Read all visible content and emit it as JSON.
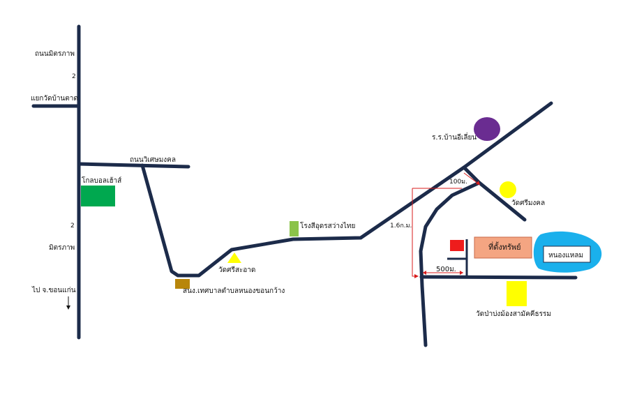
{
  "header": {
    "title": ""
  },
  "labels": {
    "road_mittraphap_top": "ถนนมิตรภาพ",
    "road_mittraphap_bottom": "มิตรภาพ",
    "highway_number_top": "2",
    "highway_number_bottom": "2",
    "junction_wat_ban_tad": "แยกวัดบ้านตาด",
    "road_wiset_mongkhon": "ถนนวิเศษมงคล",
    "golf_bol": "โกลบอลเฮ้าส์",
    "to_khon_kaen": "ไป จ.ขอนแก่น",
    "wat_si_sa_at": "วัดศรีสะอาด",
    "municipal_office": "สนง.เทศบาลตำบลหนองขอนกว้าง",
    "school_udon": "โรงสีอุดรสว่างไทย",
    "school_ban_i_lian": "ร.ร.บ้านอีเลี่ยน",
    "wat_si_mongkhon": "วัดศรีมงคล",
    "distance_100m": "100ม.",
    "distance_1_6km": "1.6ก.ม.",
    "distance_500m": "500ม.",
    "property_location": "ที่ตั้งทรัพย์",
    "nong_laem": "หนองแหลม",
    "wat_pa": "วัดป่าบ่งม้องสามัคคีธรรม"
  },
  "colors": {
    "road": "#1c2b4a",
    "golf_bol": "#00a84f",
    "municipal_office": "#b8860b",
    "wat_marker": "#ffff00",
    "school_marker": "#8bc34a",
    "ban_i_lian_marker": "#6a2c91",
    "property_marker": "#ee1c1c",
    "property_label_bg": "#f4a582",
    "lake": "#1ab0ec",
    "wat_pa_marker": "#ffff00",
    "dimension_line": "#d81b1b"
  }
}
